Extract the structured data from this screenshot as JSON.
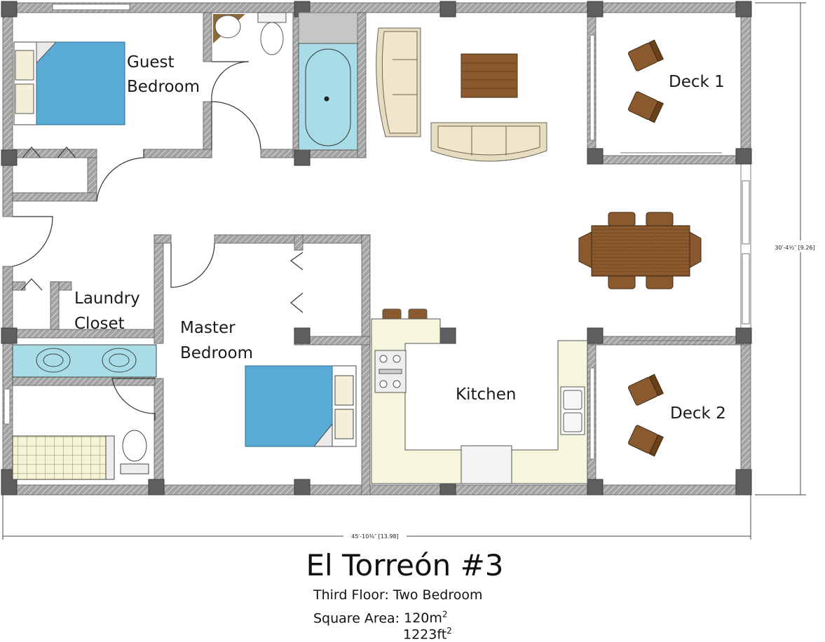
{
  "title": "El Torreón #3",
  "subtitle": "Third Floor: Two Bedroom",
  "area_label": "Square Area:",
  "area_metric": "120m",
  "area_metric_exp": "2",
  "area_imperial": "1223ft",
  "area_imperial_exp": "2",
  "dimensions": {
    "width": "45′-10⅜″ [13.98]",
    "height": "30′-4½″ [9.26]"
  },
  "rooms": {
    "guest_bedroom_line1": "Guest",
    "guest_bedroom_line2": "Bedroom",
    "deck1": "Deck 1",
    "deck2": "Deck 2",
    "laundry_line1": "Laundry",
    "laundry_line2": "Closet",
    "master_line1": "Master",
    "master_line2": "Bedroom",
    "kitchen": "Kitchen"
  },
  "colors": {
    "wall": "#8e8e8e",
    "column": "#5f5f5f",
    "bed": "#5aaad6",
    "water": "#a8dde8",
    "counter": "#f5f6dc",
    "sofa": "#e6dcc0",
    "wood": "#8a5a2e"
  }
}
